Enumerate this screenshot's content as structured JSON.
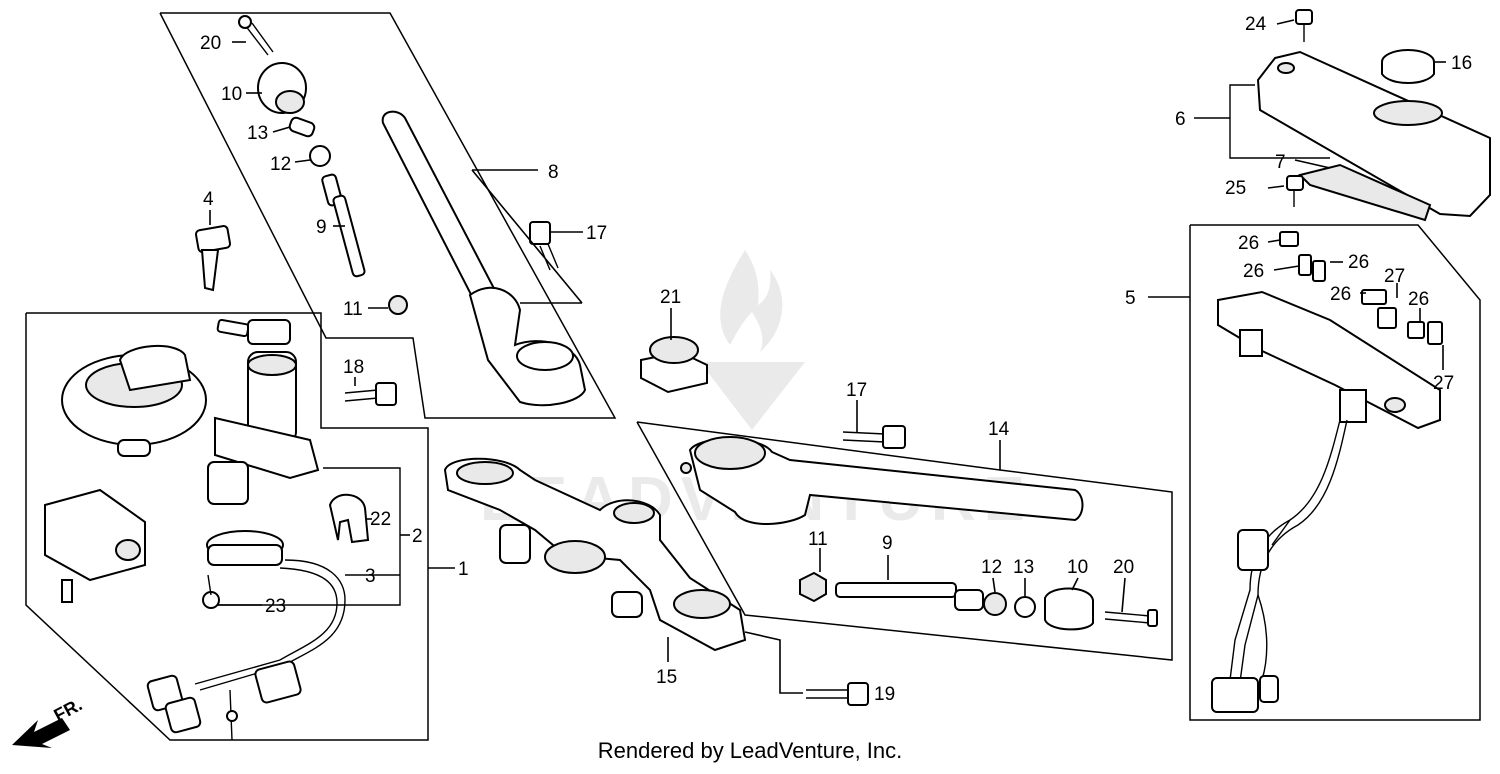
{
  "diagram": {
    "callouts": {
      "c1": "1",
      "c2": "2",
      "c3": "3",
      "c4": "4",
      "c5": "5",
      "c6": "6",
      "c7": "7",
      "c8": "8",
      "c9a": "9",
      "c9b": "9",
      "c10a": "10",
      "c10b": "10",
      "c11a": "11",
      "c11b": "11",
      "c12a": "12",
      "c12b": "12",
      "c13a": "13",
      "c13b": "13",
      "c14": "14",
      "c15": "15",
      "c16": "16",
      "c17a": "17",
      "c17b": "17",
      "c18": "18",
      "c19": "19",
      "c20a": "20",
      "c20b": "20",
      "c21": "21",
      "c22": "22",
      "c23": "23",
      "c24": "24",
      "c25": "25",
      "c26a": "26",
      "c26b": "26",
      "c26c": "26",
      "c26d": "26",
      "c26e": "26",
      "c27a": "27",
      "c27b": "27"
    },
    "front_arrow": "FR.",
    "watermark": "LEADVENTURE"
  },
  "footer": {
    "text": "Rendered by LeadVenture, Inc."
  }
}
